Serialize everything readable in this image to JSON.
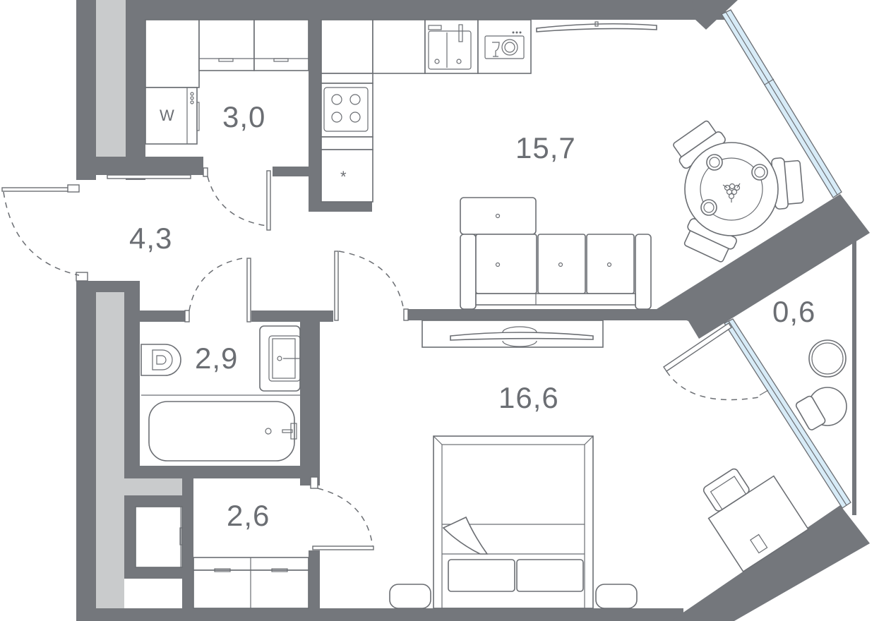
{
  "plan": {
    "type": "apartment-floor-plan",
    "units": "m²",
    "colors": {
      "wall": "#74777c",
      "shaft": "#c9cbcc",
      "window_glass": "#d7ebf7",
      "line": "#6b6e73",
      "background": "#ffffff"
    },
    "rooms": [
      {
        "id": "laundry",
        "name": "Utility / laundry",
        "area": "3,0"
      },
      {
        "id": "kitchen-living",
        "name": "Kitchen-living room",
        "area": "15,7"
      },
      {
        "id": "hall",
        "name": "Entrance hall",
        "area": "4,3"
      },
      {
        "id": "bathroom",
        "name": "Bathroom",
        "area": "2,9"
      },
      {
        "id": "wardrobe",
        "name": "Wardrobe / storage",
        "area": "2,6"
      },
      {
        "id": "bedroom",
        "name": "Bedroom",
        "area": "16,6"
      },
      {
        "id": "balcony",
        "name": "Balcony",
        "area": "0,6"
      }
    ],
    "appliances": {
      "washer_label": "W",
      "fridge_label": "*"
    }
  }
}
